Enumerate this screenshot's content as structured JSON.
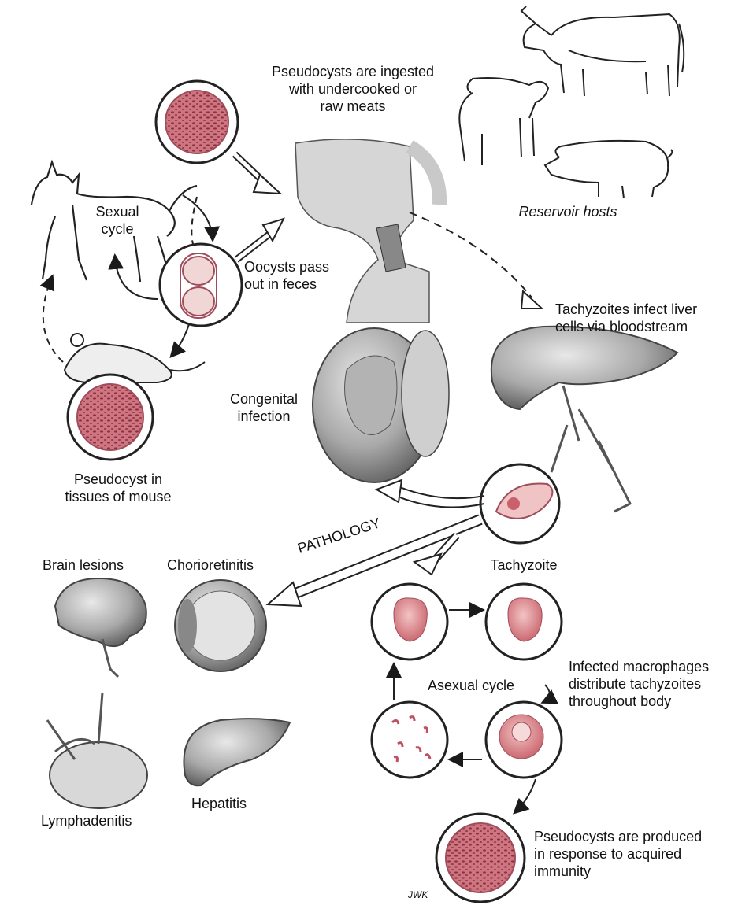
{
  "labels": {
    "ingestion": "Pseudocysts are ingested\nwith undercooked or\nraw meats",
    "reservoir_hosts": "Reservoir hosts",
    "sexual_cycle": "Sexual\ncycle",
    "oocysts": "Oocysts pass\nout in feces",
    "liver_infection": "Tachyzoites infect liver\ncells via bloodstream",
    "congenital": "Congenital\ninfection",
    "pseudocyst_mouse": "Pseudocyst in\ntissues of mouse",
    "pathology": "PATHOLOGY",
    "tachyzoite": "Tachyzoite",
    "brain_lesions": "Brain lesions",
    "chorioretinitis": "Chorioretinitis",
    "macrophages": "Infected macrophages\ndistribute tachyzoites\nthroughout body",
    "asexual_cycle": "Asexual cycle",
    "lymphadenitis": "Lymphadenitis",
    "hepatitis": "Hepatitis",
    "immunity": "Pseudocysts are produced\nin response to acquired\nimmunity",
    "signature": "JWK"
  },
  "colors": {
    "cyst_fill": "#c9707a",
    "cyst_dot": "#8c3040",
    "organ_fill": "#bfbfbf",
    "organ_dark": "#6e6e6e",
    "line": "#1a1a1a",
    "text": "#111111"
  }
}
